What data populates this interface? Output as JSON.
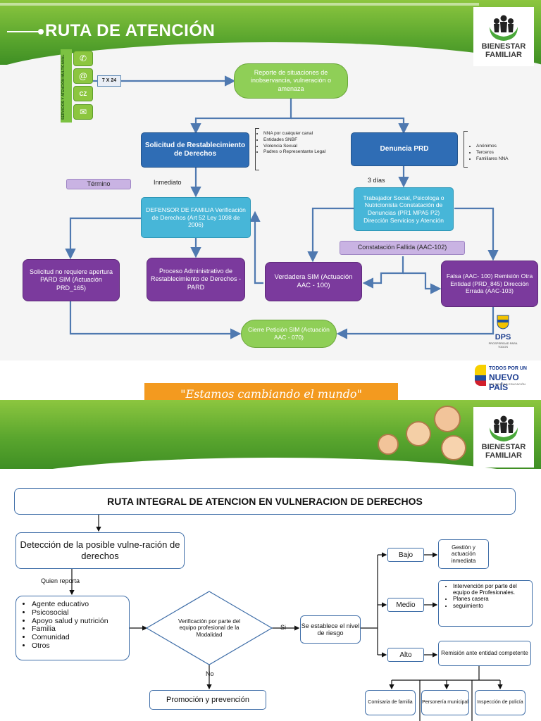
{
  "slide1": {
    "title": "RUTA DE ATENCIÓN",
    "brand_line1": "BIENESTAR",
    "brand_line2": "FAMILIAR",
    "channels_label": "SERVICIOS Y ATENCIÓN MULTICANAL",
    "channel_icons": [
      "phone-icon",
      "at-sign-icon",
      "building-icon",
      "mail-icon"
    ],
    "availability": "7 X 24",
    "report": "Reporte de situaciones de inobservancia, vulneración o amenaza",
    "solicitud": "Solicitud de Restablecimiento de Derechos",
    "solicitud_bullets": [
      "NNA por cualquier canal",
      "Entidades SNBF",
      "Violencia Sexual",
      "Padres o Representante Legal"
    ],
    "denuncia": "Denuncia PRD",
    "denuncia_bullets": [
      "Anónimos",
      "Terceros",
      "Familiares NNA"
    ],
    "termino": "Término",
    "inmediato": "Inmediato",
    "tres_dias": "3 días",
    "defensor": "DEFENSOR DE FAMILIA Verificación de Derechos (Art 52 Ley 1098 de 2006)",
    "trabajador": "Trabajador Social, Psicologa o Nutricionista Constatación de Denuncias (PR1 MPA5 P2) Dirección Servicios y Atención",
    "constatacion_fallida": "Constatación Fallida (AAC-102)",
    "no_requiere": "Solicitud no requiere apertura PARD SIM (Actuación PRD_165)",
    "proceso": "Proceso Administrativo de Restablecimiento de Derechos - PARD",
    "verdadera": "Verdadera SIM (Actuación AAC - 100)",
    "falsa": "Falsa (AAC- 100) Remisión Otra Entidad (PRD_845) Dirección Errada (AAC-103)",
    "cierre": "Cierre Petición SIM (Actuación AAC - 070)",
    "dps": "DPS",
    "dps_sub": "PROSPERIDAD PARA TODOS",
    "slogan": "\"Estamos cambiando el mundo\"",
    "gov_line1": "TODOS POR UN",
    "gov_line2": "NUEVO PAÍS",
    "gov_line3": "PAZ  EQUIDAD  EDUCACIÓN"
  },
  "slide2": {
    "brand_line1": "BIENESTAR",
    "brand_line2": "FAMILIAR"
  },
  "slide3": {
    "title": "RUTA INTEGRAL DE ATENCION EN VULNERACION DE DERECHOS",
    "deteccion": "Detección de la posible vulne-ración de derechos",
    "quien_reporta": "Quien reporta",
    "reporters": [
      "Agente educativo",
      "Psicosocial",
      "Apoyo salud y nutrición",
      "Familia",
      "Comunidad",
      "Otros"
    ],
    "verificacion": "Verificación por parte del equipo profesional de la Modalidad",
    "si": "Si",
    "no": "No",
    "nivel": "Se establece el nivel de riesgo",
    "promocion": "Promoción y prevención",
    "levels": [
      "Bajo",
      "Medio",
      "Alto"
    ],
    "bajo_action": "Gestión y actuación inmediata",
    "medio_actions": [
      "Intervención por parte del equipo de Profesionales.",
      "Planes casera",
      "seguimiento"
    ],
    "alto_action": "Remisión ante entidad competente",
    "institutions": [
      "Comisaria de familia",
      "Personería municipal",
      "Inspección de policía"
    ]
  },
  "colors": {
    "green": "#8cc63f",
    "dark_blue": "#2f6db5",
    "teal": "#47b6d8",
    "purple": "#7b3a9d",
    "lavender": "#c9b3e3",
    "orange": "#f39a1f",
    "connector": "#3f6ea8"
  }
}
